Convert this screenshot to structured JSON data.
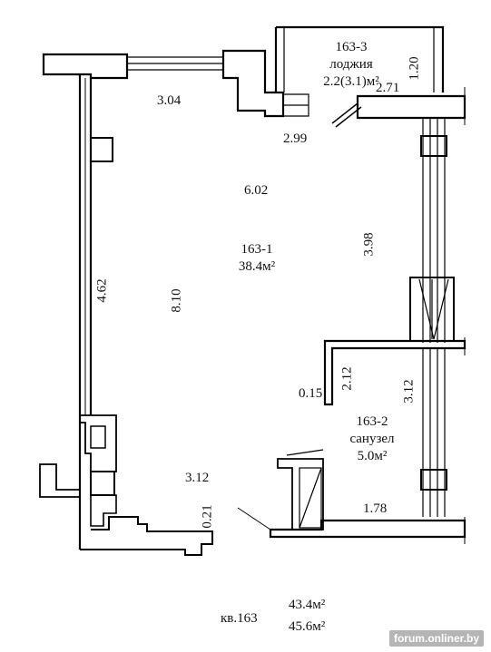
{
  "rooms": {
    "main": {
      "number": "163-1",
      "area": "38.4м²"
    },
    "bathroom": {
      "number": "163-2",
      "name": "санузел",
      "area": "5.0м²"
    },
    "loggia": {
      "number": "163-3",
      "name": "лоджия",
      "area": "2.2(3.1)м²"
    }
  },
  "dimensions": {
    "top_wall": "3.04",
    "loggia_depth": "1.20",
    "loggia_width": "2.71",
    "short_wall": "2.99",
    "room_width": "6.02",
    "right_window_wall": "3.98",
    "left_wall": "4.62",
    "room_length": "8.10",
    "bath_offset": "0.15",
    "bath_wall_a": "2.12",
    "bath_wall_b": "3.12",
    "entry_width": "3.12",
    "bath_bottom": "1.78",
    "bottom_step": "0.21"
  },
  "apartment": {
    "label": "кв.163",
    "area_living": "43.4м²",
    "area_total": "45.6м²"
  },
  "watermark": "forum.onliner.by"
}
